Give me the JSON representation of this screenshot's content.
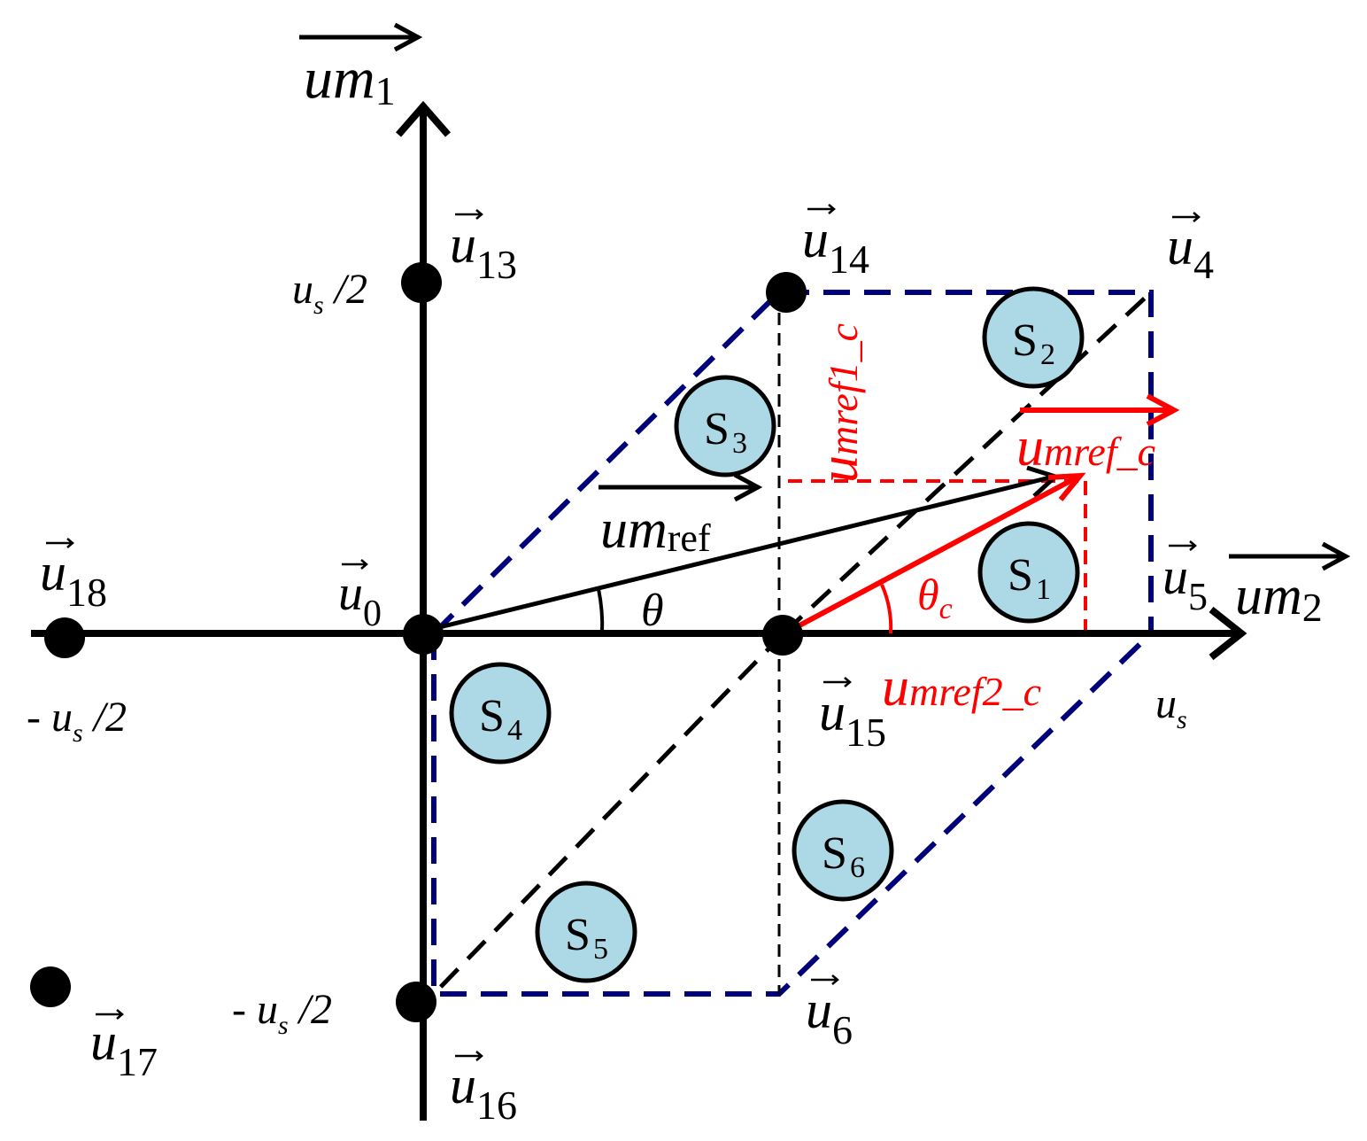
{
  "axes": {
    "horizontal": {
      "name": "um",
      "sub": "2"
    },
    "vertical": {
      "name": "um",
      "sub": "1"
    }
  },
  "ticks": {
    "us_half": {
      "sym": "u",
      "sub": "s",
      "tail": " /2"
    },
    "neg_us_half_left": {
      "pre": "- ",
      "sym": "u",
      "sub": "s",
      "tail": " /2"
    },
    "neg_us_half_bottom": {
      "pre": "- ",
      "sym": "u",
      "sub": "s",
      "tail": " /2"
    },
    "us": {
      "sym": "u",
      "sub": "s"
    }
  },
  "vectors": {
    "u0": {
      "sym": "u",
      "sub": "0"
    },
    "u4": {
      "sym": "u",
      "sub": "4"
    },
    "u5": {
      "sym": "u",
      "sub": "5"
    },
    "u6": {
      "sym": "u",
      "sub": "6"
    },
    "u13": {
      "sym": "u",
      "sub": "13"
    },
    "u14": {
      "sym": "u",
      "sub": "14"
    },
    "u15": {
      "sym": "u",
      "sub": "15"
    },
    "u16": {
      "sym": "u",
      "sub": "16"
    },
    "u17": {
      "sym": "u",
      "sub": "17"
    },
    "u18": {
      "sym": "u",
      "sub": "18"
    }
  },
  "sectors": [
    {
      "id": "S1",
      "letter": "S",
      "sub": "1"
    },
    {
      "id": "S2",
      "letter": "S",
      "sub": "2"
    },
    {
      "id": "S3",
      "letter": "S",
      "sub": "3"
    },
    {
      "id": "S4",
      "letter": "S",
      "sub": "4"
    },
    {
      "id": "S5",
      "letter": "S",
      "sub": "5"
    },
    {
      "id": "S6",
      "letter": "S",
      "sub": "6"
    }
  ],
  "reference": {
    "umref": {
      "name": "um",
      "sub": "ref"
    },
    "theta": "θ",
    "theta_c": {
      "sym": "θ",
      "sub": "c"
    },
    "umref_c": {
      "first": "u",
      "rest": "mref_c"
    },
    "umref1_c": {
      "first": "u",
      "rest": "mref1_c"
    },
    "umref2_c": {
      "first": "u",
      "rest": "mref2_c"
    }
  },
  "colors": {
    "axis": "#000000",
    "dashed_blue": "#00007a",
    "dashed_black": "#000000",
    "red": "#ff0000",
    "sector_fill": "#add8e6"
  }
}
